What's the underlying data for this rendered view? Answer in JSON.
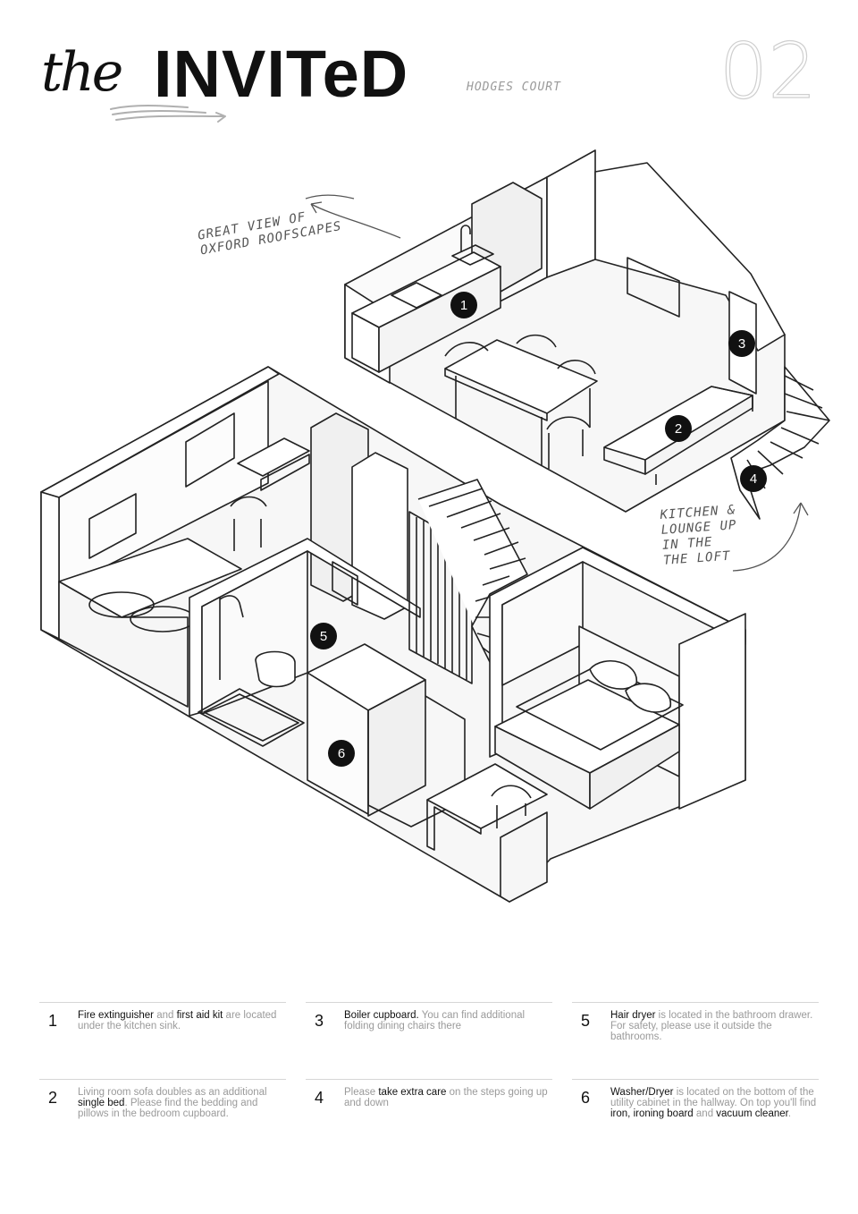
{
  "brand": {
    "the": "the",
    "invited": "INVITeD",
    "subtitle": "HODGES COURT",
    "page_number": "02"
  },
  "annotations": {
    "view": [
      "GREAT VIEW OF",
      "OXFORD ROOFSCAPES"
    ],
    "loft": [
      "KITCHEN &",
      "LOUNGE UP",
      "IN THE",
      "THE LOFT"
    ]
  },
  "markers": [
    "1",
    "2",
    "3",
    "4",
    "5",
    "6"
  ],
  "legend": [
    {
      "num": "1",
      "segments": [
        {
          "t": "Fire extinguisher",
          "hl": true
        },
        {
          "t": " and ",
          "hl": false
        },
        {
          "t": "first aid kit",
          "hl": true
        },
        {
          "t": " are located under the kitchen sink.",
          "hl": false
        }
      ]
    },
    {
      "num": "2",
      "segments": [
        {
          "t": "Living room sofa doubles as an additional ",
          "hl": false
        },
        {
          "t": "single bed",
          "hl": true
        },
        {
          "t": ". Please find the bedding and pillows in the bedroom cupboard.",
          "hl": false
        }
      ]
    },
    {
      "num": "3",
      "segments": [
        {
          "t": "Boiler cupboard.",
          "hl": true
        },
        {
          "t": " You can find additional folding dining chairs there",
          "hl": false
        }
      ]
    },
    {
      "num": "4",
      "segments": [
        {
          "t": "Please ",
          "hl": false
        },
        {
          "t": "take extra care",
          "hl": true
        },
        {
          "t": " on the steps going up and down",
          "hl": false
        }
      ]
    },
    {
      "num": "5",
      "segments": [
        {
          "t": "Hair dryer",
          "hl": true
        },
        {
          "t": " is located in the bathroom drawer. For safety, please use it outside the bathrooms.",
          "hl": false
        }
      ]
    },
    {
      "num": "6",
      "segments": [
        {
          "t": "Washer/Dryer",
          "hl": true
        },
        {
          "t": " is located on the bottom of the utility cabinet in the hallway. On top you'll find ",
          "hl": false
        },
        {
          "t": "iron, ironing board",
          "hl": true
        },
        {
          "t": " and ",
          "hl": false
        },
        {
          "t": "vacuum cleaner",
          "hl": true
        },
        {
          "t": ".",
          "hl": false
        }
      ]
    }
  ]
}
